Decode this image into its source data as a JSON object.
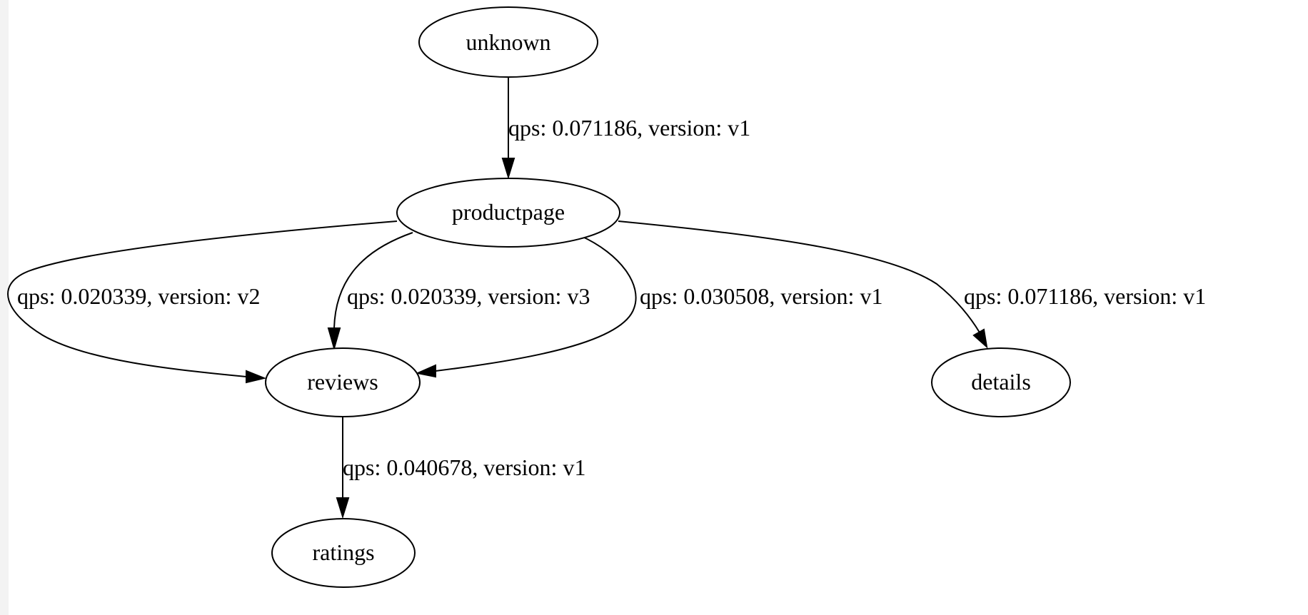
{
  "nodes": {
    "unknown": "unknown",
    "productpage": "productpage",
    "reviews": "reviews",
    "details": "details",
    "ratings": "ratings"
  },
  "edges": {
    "unknown_to_productpage": "qps: 0.071186, version: v1",
    "productpage_to_reviews_v2": "qps: 0.020339, version: v2",
    "productpage_to_reviews_v3": "qps: 0.020339, version: v3",
    "productpage_to_reviews_v1": "qps: 0.030508, version: v1",
    "productpage_to_details": "qps: 0.071186, version: v1",
    "reviews_to_ratings": "qps: 0.040678, version: v1"
  },
  "colors": {
    "stroke": "#000000",
    "background": "#ffffff",
    "gutter": "#f3f3f3"
  }
}
